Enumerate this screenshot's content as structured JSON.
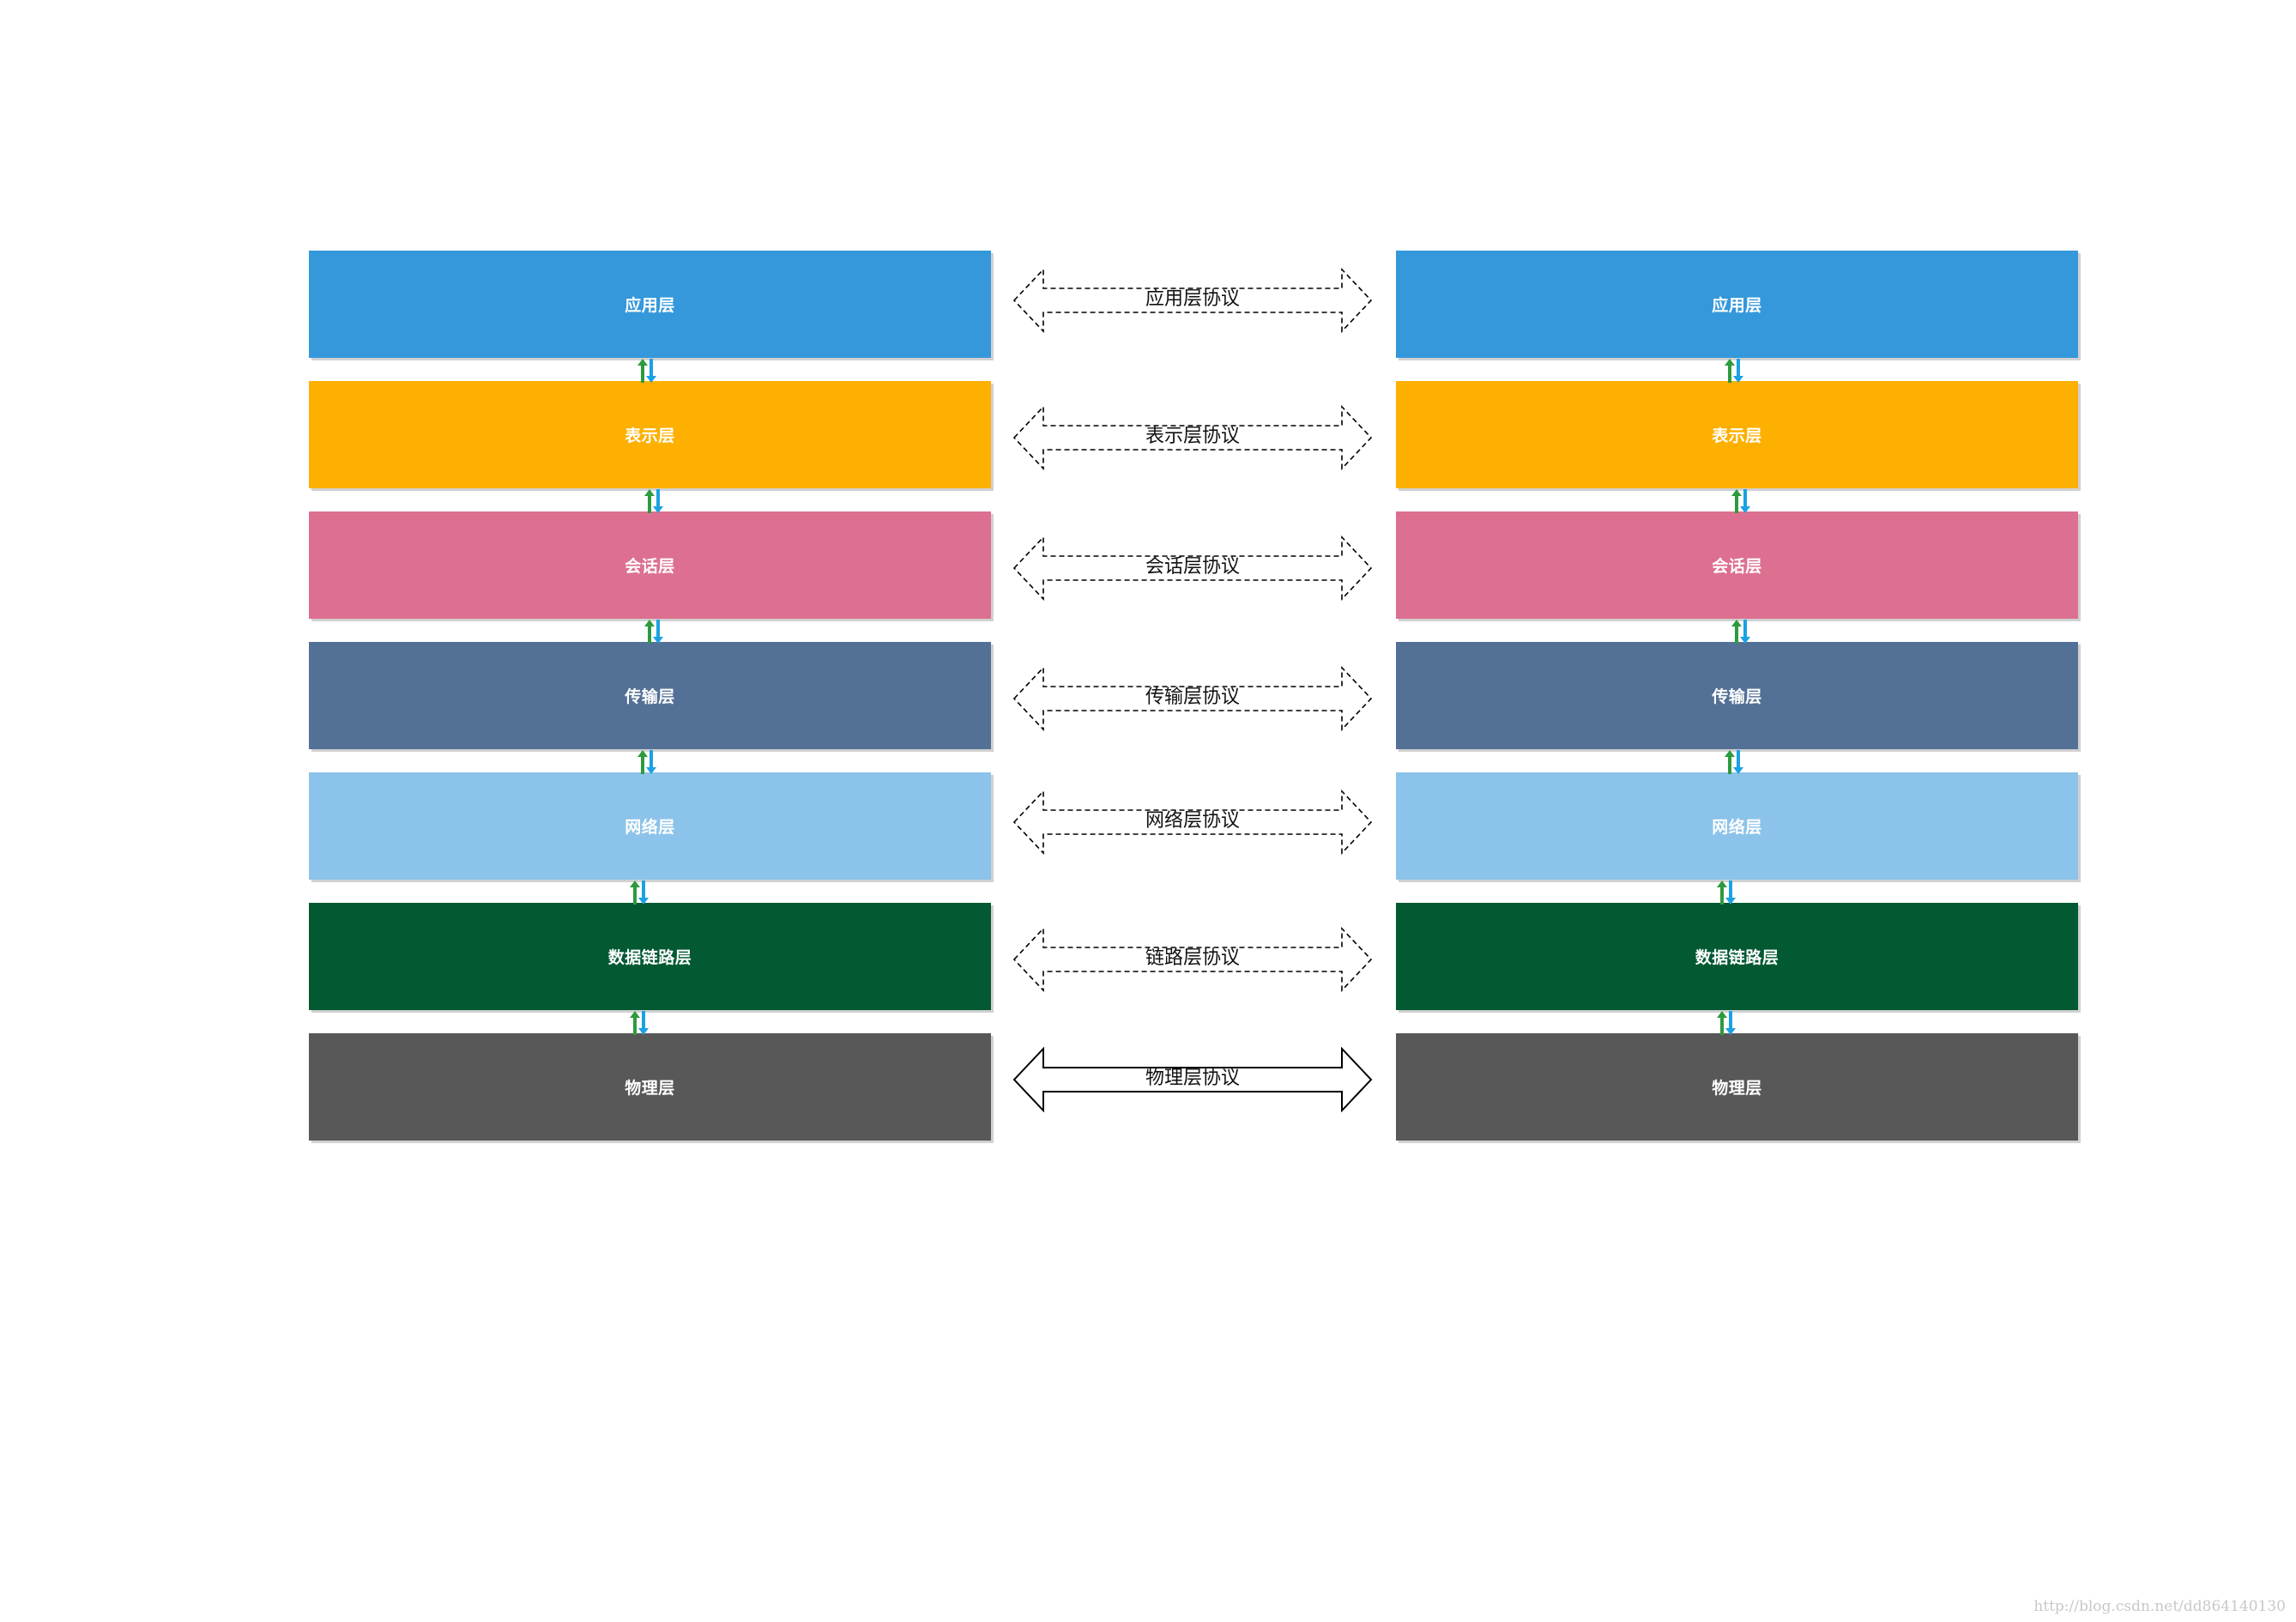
{
  "layers": [
    {
      "label": "应用层",
      "color": "#3498db"
    },
    {
      "label": "表示层",
      "color": "#fdb000"
    },
    {
      "label": "会话层",
      "color": "#dd7090"
    },
    {
      "label": "传输层",
      "color": "#537196"
    },
    {
      "label": "网络层",
      "color": "#8cc3ea"
    },
    {
      "label": "数据链路层",
      "color": "#025932"
    },
    {
      "label": "物理层",
      "color": "#595859"
    }
  ],
  "protocols": [
    {
      "label": "应用层协议",
      "style": "dashed"
    },
    {
      "label": "表示层协议",
      "style": "dashed"
    },
    {
      "label": "会话层协议",
      "style": "dashed"
    },
    {
      "label": "传输层协议",
      "style": "dashed"
    },
    {
      "label": "网络层协议",
      "style": "dashed"
    },
    {
      "label": "链路层协议",
      "style": "dashed"
    },
    {
      "label": "物理层协议",
      "style": "solid"
    }
  ],
  "arrow_colors": {
    "up": "#2e9a3e",
    "down": "#1ba1e2"
  },
  "watermark": "http://blog.csdn.net/dd864140130"
}
